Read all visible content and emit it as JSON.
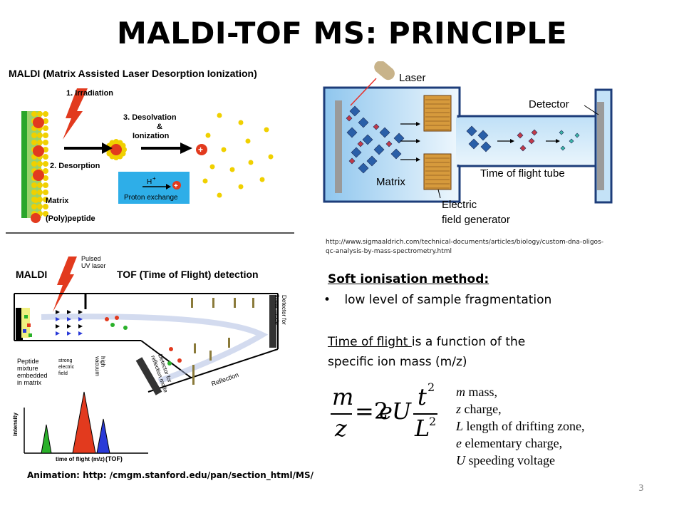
{
  "title": "MALDI-TOF MS:   PRINCIPLE",
  "maldi_panel": {
    "heading": "MALDI (Matrix Assisted Laser Desorption Ionization)",
    "step1": "1. Irradiation",
    "step2": "2. Desorption",
    "step3_line1": "3. Desolvation",
    "step3_amp": "&",
    "step3_line2": "Ionization",
    "proton_symbol": "H",
    "proton_sup": "+",
    "proton_label": "Proton exchange",
    "legend_matrix": "Matrix",
    "legend_peptide": "(Poly)peptide",
    "colors": {
      "matrix": "#f0d000",
      "peptide": "#e23a1e",
      "green": "#2aa62a",
      "blue_box": "#2eaee8"
    }
  },
  "tof_panel": {
    "maldi_label": "MALDI",
    "pulsed_laser": [
      "Pulsed",
      "UV laser"
    ],
    "tof_heading": "TOF (Time of Flight) detection",
    "high_vacuum": [
      "high",
      "vacuum"
    ],
    "detector_linear": [
      "Detector for",
      "linear mode"
    ],
    "detector_reflection": [
      "Detector for",
      "reflection mode"
    ],
    "reflection": "Reflection",
    "peptide_mixture": [
      "Peptide",
      "mixture",
      "embedded",
      "in matrix"
    ],
    "strong_field": [
      "strong",
      "electric",
      "field"
    ],
    "y_label": "intensity",
    "x_label": "time of flight (m/z)",
    "tof_abbr": "(TOF)"
  },
  "laser_diagram": {
    "laser": "Laser",
    "detector": "Detector",
    "matrix": "Matrix",
    "tof_tube": "Time of flight tube",
    "electric_line1": "Electric",
    "electric_line2": "field generator"
  },
  "source_url_line1": "http://www.sigmaaldrich.com/technical-documents/articles/biology/custom-dna-oligos-",
  "source_url_line2": "qc-analysis-by-mass-spectrometry.html",
  "soft_heading": "Soft ionisation method:",
  "soft_bullet": "low level of sample fragmentation",
  "tof_text_underlined": "Time of flight ",
  "tof_text_rest": "is a function of the",
  "tof_text_line2": "specific ion mass (m/z)",
  "formula": {
    "m": "m",
    "z": "z",
    "eq": "=2",
    "e": "e",
    "U": "U",
    "t2": "t",
    "L2": "L",
    "sq": "2"
  },
  "variables": [
    {
      "sym": "m",
      "desc": " mass,"
    },
    {
      "sym": "z",
      "desc": " charge,"
    },
    {
      "sym": "L",
      "desc": " length of drifting zone,"
    },
    {
      "sym": "e",
      "desc": " elementary charge,"
    },
    {
      "sym": "U",
      "desc": " speeding voltage"
    }
  ],
  "animation_link": "Animation: http: /cmgm.stanford.edu/pan/section_html/MS/",
  "page_number": "3"
}
